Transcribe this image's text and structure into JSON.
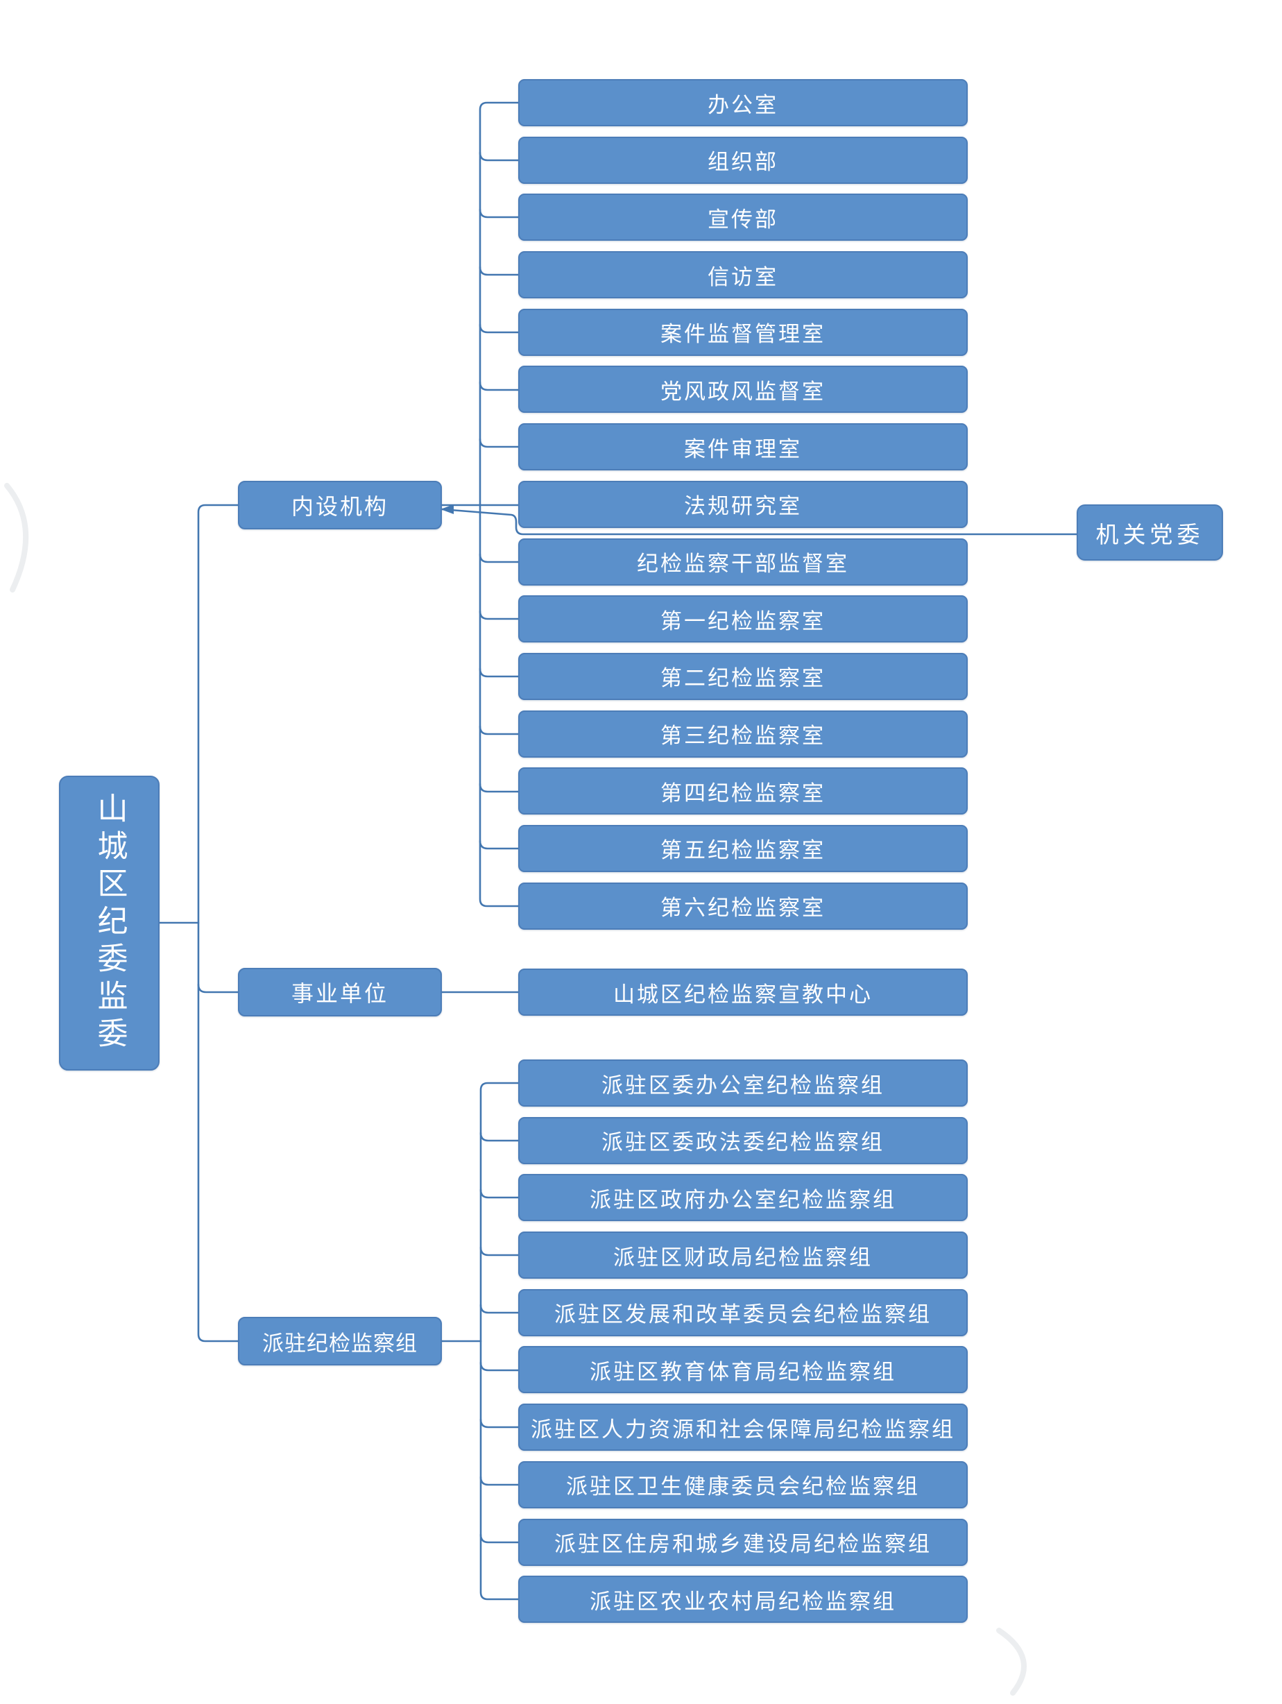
{
  "root": {
    "label": "山城区纪委监委"
  },
  "branches": [
    {
      "label": "内设机构",
      "attached": "机关党委",
      "children": [
        "办公室",
        "组织部",
        "宣传部",
        "信访室",
        "案件监督管理室",
        "党风政风监督室",
        "案件审理室",
        "法规研究室",
        "纪检监察干部监督室",
        "第一纪检监察室",
        "第二纪检监察室",
        "第三纪检监察室",
        "第四纪检监察室",
        "第五纪检监察室",
        "第六纪检监察室"
      ]
    },
    {
      "label": "事业单位",
      "children": [
        "山城区纪检监察宣教中心"
      ]
    },
    {
      "label": "派驻纪检监察组",
      "children": [
        "派驻区委办公室纪检监察组",
        "派驻区委政法委纪检监察组",
        "派驻区政府办公室纪检监察组",
        "派驻区财政局纪检监察组",
        "派驻区发展和改革委员会纪检监察组",
        "派驻区教育体育局纪检监察组",
        "派驻区人力资源和社会保障局纪检监察组",
        "派驻区卫生健康委员会纪检监察组",
        "派驻区住房和城乡建设局纪检监察组",
        "派驻区农业农村局纪检监察组"
      ]
    }
  ],
  "colors": {
    "node_fill": "#5b90cb",
    "node_border": "#4c7db8",
    "connector": "#4377b0",
    "node_text": "#ffffff",
    "background": "#ffffff"
  }
}
